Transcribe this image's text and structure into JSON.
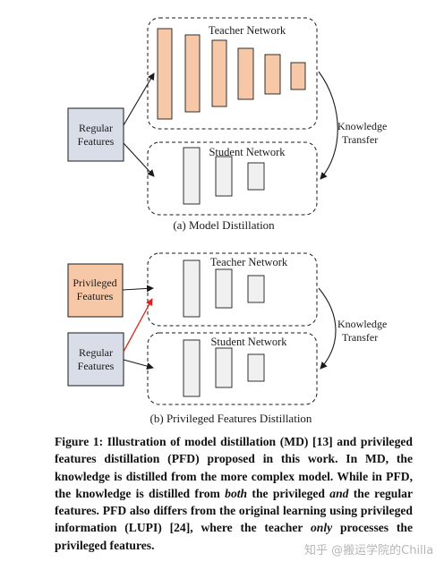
{
  "figure": {
    "panel_a": {
      "teacher_label": "Teacher Network",
      "student_label": "Student Network",
      "input_label_line1": "Regular",
      "input_label_line2": "Features",
      "transfer_line1": "Knowledge",
      "transfer_line2": "Transfer",
      "caption": "(a) Model Distillation"
    },
    "panel_b": {
      "teacher_label": "Teacher Network",
      "student_label": "Student Network",
      "privileged_line1": "Privileged",
      "privileged_line2": "Features",
      "regular_line1": "Regular",
      "regular_line2": "Features",
      "transfer_line1": "Knowledge",
      "transfer_line2": "Transfer",
      "caption": "(b) Privileged Features Distillation"
    }
  },
  "caption": {
    "s1": "Figure 1: Illustration of model distillation (MD) [13] and privileged features distillation (PFD) proposed in this work. In MD, the knowledge is distilled from the more complex model. While in PFD, the knowledge is distilled from ",
    "em1": "both",
    "s2": " the privileged ",
    "em2": "and",
    "s3": " the regular features. PFD also differs from the original learning using privileged information (LUPI) [24], where the teacher ",
    "em3": "only",
    "s4": " processes the privileged features."
  },
  "watermark": "知乎 @搬运学院的Chilla",
  "colors": {
    "teacher_layer": "#f7c8a8",
    "plain_layer": "#f0f0f0",
    "regular_box": "#d9dde8",
    "privileged_box": "#f7c8a8",
    "red_arrow": "#e0201c"
  }
}
